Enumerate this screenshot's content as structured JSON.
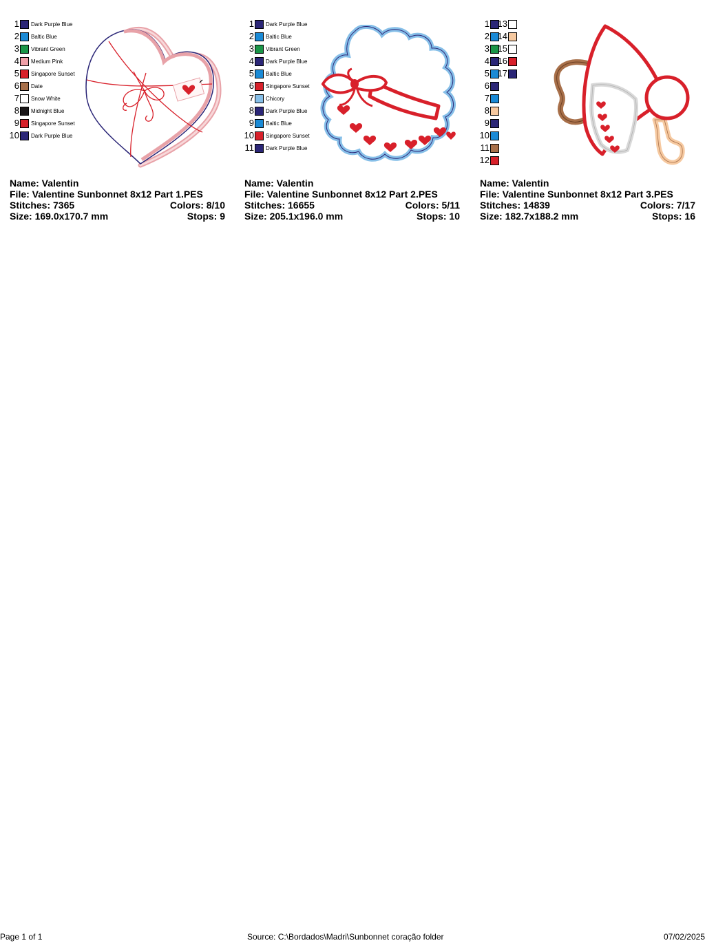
{
  "designs": [
    {
      "name_label": "Name: Valentin",
      "file_label": "File: Valentine Sunbonnet 8x12 Part 1.PES",
      "stitches_label": "Stitches: 7365",
      "colors_label": "Colors: 8/10",
      "size_label": "Size: 169.0x170.7 mm",
      "stops_label": "Stops: 9",
      "thread_list": [
        {
          "num": "1",
          "name": "Dark Purple Blue",
          "color": "#2b2677"
        },
        {
          "num": "2",
          "name": "Baltic Blue",
          "color": "#1a8ad6"
        },
        {
          "num": "3",
          "name": "Vibrant Green",
          "color": "#1a9648"
        },
        {
          "num": "4",
          "name": "Medium Pink",
          "color": "#f0a0a8"
        },
        {
          "num": "5",
          "name": "Singapore Sunset",
          "color": "#d8202a"
        },
        {
          "num": "6",
          "name": "Date",
          "color": "#a8704a"
        },
        {
          "num": "7",
          "name": "Snow White",
          "color": "#ffffff"
        },
        {
          "num": "8",
          "name": "Midnight Blue",
          "color": "#1a1618"
        },
        {
          "num": "9",
          "name": "Singapore Sunset",
          "color": "#d8202a"
        },
        {
          "num": "10",
          "name": "Dark Purple Blue",
          "color": "#2b2677"
        }
      ]
    },
    {
      "name_label": "Name: Valentin",
      "file_label": "File: Valentine Sunbonnet 8x12 Part 2.PES",
      "stitches_label": "Stitches: 16655",
      "colors_label": "Colors: 5/11",
      "size_label": "Size: 205.1x196.0 mm",
      "stops_label": "Stops: 10",
      "thread_list": [
        {
          "num": "1",
          "name": "Dark Purple Blue",
          "color": "#2b2677"
        },
        {
          "num": "2",
          "name": "Baltic Blue",
          "color": "#1a8ad6"
        },
        {
          "num": "3",
          "name": "Vibrant Green",
          "color": "#1a9648"
        },
        {
          "num": "4",
          "name": "Dark Purple Blue",
          "color": "#2b2677"
        },
        {
          "num": "5",
          "name": "Baltic Blue",
          "color": "#1a8ad6"
        },
        {
          "num": "6",
          "name": "Singapore Sunset",
          "color": "#d8202a"
        },
        {
          "num": "7",
          "name": "Chicory",
          "color": "#86bfe8"
        },
        {
          "num": "8",
          "name": "Dark Purple Blue",
          "color": "#2b2677"
        },
        {
          "num": "9",
          "name": "Baltic Blue",
          "color": "#1a8ad6"
        },
        {
          "num": "10",
          "name": "Singapore Sunset",
          "color": "#d8202a"
        },
        {
          "num": "11",
          "name": "Dark Purple Blue",
          "color": "#2b2677"
        }
      ]
    },
    {
      "name_label": "Name: Valentin",
      "file_label": "File: Valentine Sunbonnet 8x12 Part 3.PES",
      "stitches_label": "Stitches: 14839",
      "colors_label": "Colors: 7/17",
      "size_label": "Size: 182.7x188.2 mm",
      "stops_label": "Stops: 16",
      "thread_list": [
        {
          "num": "1",
          "color": "#2b2677"
        },
        {
          "num": "2",
          "color": "#1a8ad6"
        },
        {
          "num": "3",
          "color": "#1a9648"
        },
        {
          "num": "4",
          "color": "#2b2677"
        },
        {
          "num": "5",
          "color": "#1a8ad6"
        },
        {
          "num": "6",
          "color": "#2b2677"
        },
        {
          "num": "7",
          "color": "#1a8ad6"
        },
        {
          "num": "8",
          "color": "#f6c9a0"
        },
        {
          "num": "9",
          "color": "#2b2677"
        },
        {
          "num": "10",
          "color": "#1a8ad6"
        },
        {
          "num": "11",
          "color": "#a8704a"
        },
        {
          "num": "12",
          "color": "#d8202a"
        },
        {
          "num": "13",
          "color": "#ffffff"
        },
        {
          "num": "14",
          "color": "#f6c9a0"
        },
        {
          "num": "15",
          "color": "#ffffff"
        },
        {
          "num": "16",
          "color": "#d8202a"
        },
        {
          "num": "17",
          "color": "#2b2677"
        }
      ]
    }
  ],
  "footer": {
    "page": "Page 1 of 1",
    "source": "Source: C:\\Bordados\\Madri\\Sunbonnet coração folder",
    "date": "07/02/2025"
  }
}
